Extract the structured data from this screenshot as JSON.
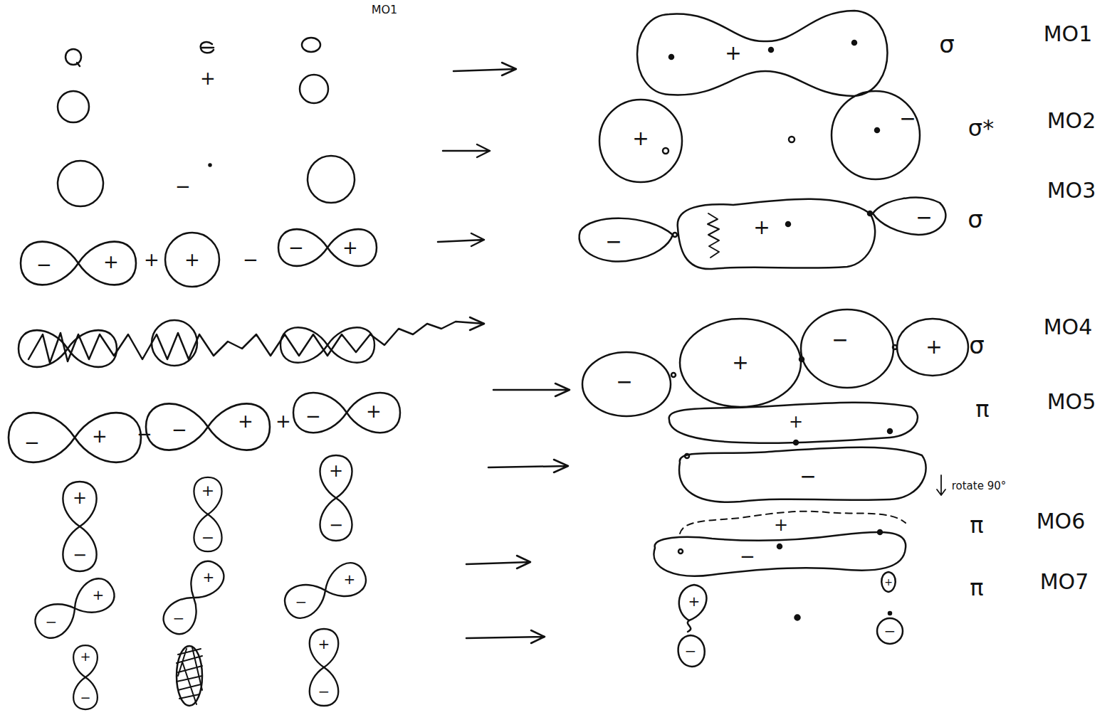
{
  "diagram": {
    "labels": [
      "MO1",
      "+",
      "−",
      "−",
      "+",
      "+",
      "+",
      "−",
      "−",
      "+",
      "−",
      "+",
      "−",
      "−",
      "+",
      "+",
      "−",
      "+",
      "+",
      "−",
      "+",
      "−",
      "+",
      "−",
      "+",
      "−",
      "+",
      "−",
      "+",
      "−",
      "+",
      "−",
      "+",
      "−",
      "σ",
      "MO1",
      "+",
      "σ*",
      "MO2",
      "+",
      "−",
      "MO3",
      "σ",
      "−",
      "+",
      "−",
      "σ",
      "MO4",
      "−",
      "+",
      "−",
      "+",
      "π",
      "MO5",
      "+",
      "−",
      "rotate 90°",
      "π",
      "MO6",
      "+",
      "−",
      "π",
      "MO7",
      "+",
      "+",
      "−",
      "−"
    ]
  }
}
